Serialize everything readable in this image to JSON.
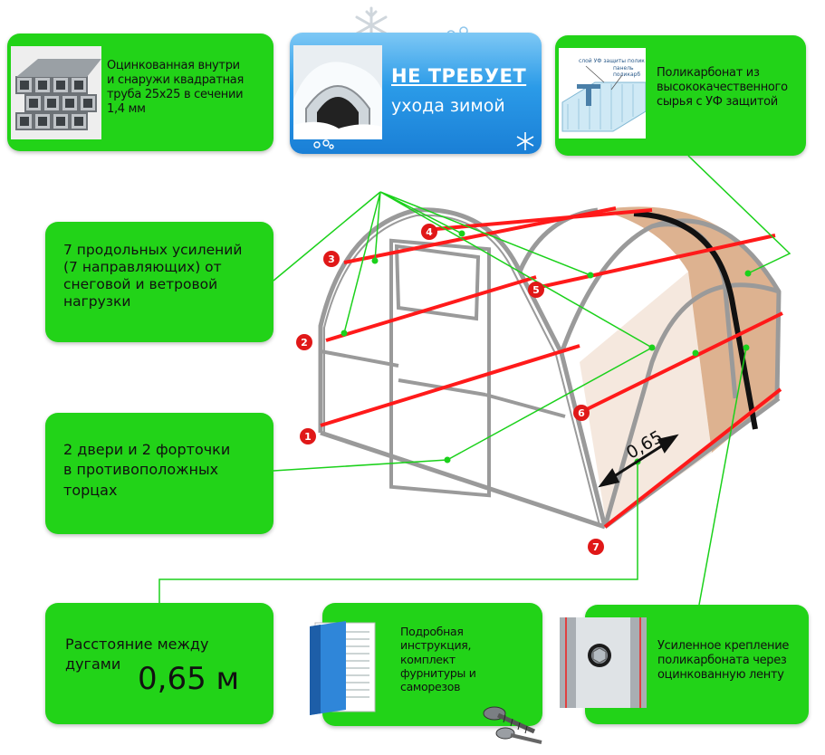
{
  "cards": {
    "pipe": {
      "text": "Оцинкованная внутри и снаружи квадратная труба 25х25 в сечении 1,4 мм",
      "lines": [
        "Оцинкованная внутри",
        "и снаружи квадратная",
        "труба 25х25 в сечении",
        "1,4 мм"
      ]
    },
    "winter": {
      "line1": "НЕ ТРЕБУЕТ",
      "line2": "ухода зимой"
    },
    "polycarbonate": {
      "lines": [
        "Поликарбонат из",
        "высококачественного",
        "сырья с УФ защитой"
      ],
      "inset_label1": "слой УФ защиты полик",
      "inset_label2": "панель",
      "inset_label3": "поликарб"
    },
    "reinforcements": {
      "lines": [
        "7 продольных усилений",
        "(7 направляющих) от",
        "снеговой и ветровой",
        "нагрузки"
      ]
    },
    "doors": {
      "lines": [
        "2 двери и 2 форточки",
        "в противоположных",
        "торцах"
      ]
    },
    "distance": {
      "line1": "Расстояние между",
      "line2": "дугами",
      "value": "0,65 м"
    },
    "kit": {
      "lines": [
        "Подробная",
        "инструкция,",
        "комплект",
        "фурнитуры и",
        "саморезов"
      ]
    },
    "fastening": {
      "lines": [
        "Усиленное крепление",
        "поликарбоната через",
        "оцинкованную ленту"
      ]
    }
  },
  "diagram": {
    "dimension_label": "0,65",
    "markers": [
      "1",
      "2",
      "3",
      "4",
      "5",
      "6",
      "7"
    ]
  },
  "colors": {
    "card_green": "#22d318",
    "connector_green": "#1bd11b",
    "rail_red": "#ff1a1a",
    "marker_red": "#e01818",
    "frame_gray": "#9a9a9a",
    "cover_tan": "#d7a47c",
    "winter_blue": "#2b9be8"
  },
  "icons": [
    "square-pipe-bundle-icon",
    "snowflake-icon",
    "snow-tunnel-icon",
    "polycarbonate-profile-icon",
    "manual-book-icon",
    "screw-icon",
    "metal-strip-bolt-icon"
  ]
}
